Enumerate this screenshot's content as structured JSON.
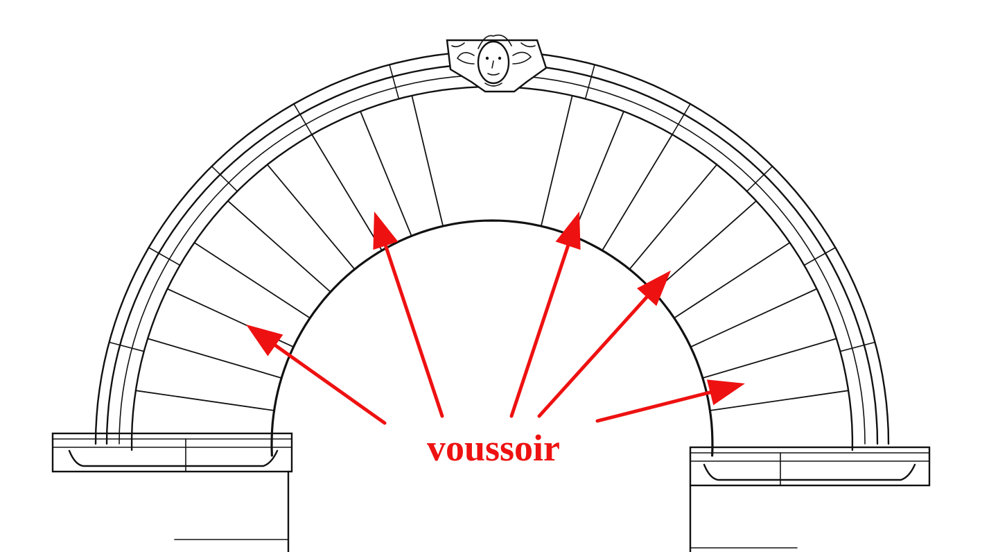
{
  "diagram": {
    "label": "voussoir",
    "label_color": "#ee1111",
    "line_color": "#111111",
    "keystone": "carved-face-keystone",
    "arrow_count": 5
  }
}
